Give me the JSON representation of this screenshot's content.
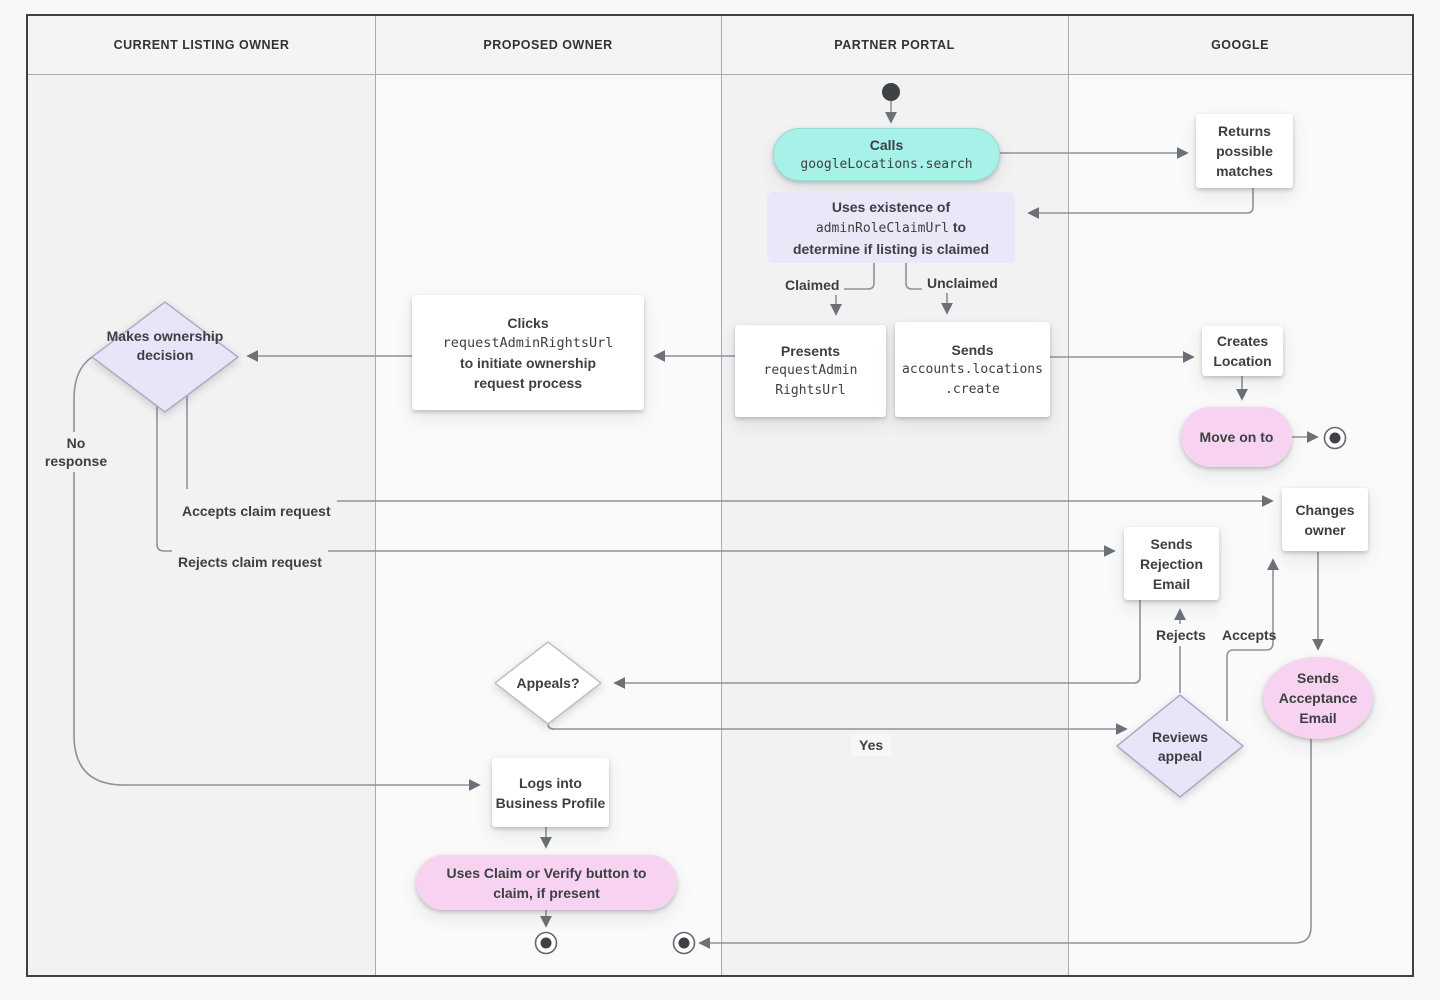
{
  "lanes": [
    {
      "label": "CURRENT LISTING OWNER"
    },
    {
      "label": "PROPOSED OWNER"
    },
    {
      "label": "PARTNER PORTAL"
    },
    {
      "label": "GOOGLE"
    }
  ],
  "nodes": {
    "calls": {
      "title": "Calls",
      "code": "googleLocations.search"
    },
    "returns_possible_matches": {
      "text": "Returns possible matches"
    },
    "uses_existence": {
      "line1": "Uses existence of",
      "code": "adminRoleClaimUrl",
      "line2_rest": "to",
      "line3": "determine if listing is claimed"
    },
    "presents": {
      "title": "Presents",
      "code_line1": "requestAdmin",
      "code_line2": "RightsUrl"
    },
    "sends_create": {
      "title": "Sends",
      "code_line1": "accounts.locations",
      "code_line2": ".create"
    },
    "clicks": {
      "title": "Clicks",
      "code": "requestAdminRightsUrl",
      "line3": "to initiate ownership",
      "line4": "request process"
    },
    "makes_decision": {
      "text": "Makes ownership decision"
    },
    "creates_location": {
      "text": "Creates Location"
    },
    "move_on_to": {
      "text": "Move on to"
    },
    "changes_owner": {
      "text": "Changes owner"
    },
    "sends_rejection": {
      "text": "Sends Rejection Email"
    },
    "sends_acceptance": {
      "text": "Sends Acceptance Email"
    },
    "appeals": {
      "text": "Appeals?"
    },
    "reviews_appeal": {
      "text": "Reviews appeal"
    },
    "logs_into": {
      "text": "Logs into Business Profile"
    },
    "uses_claim": {
      "text": "Uses Claim or Verify button to claim, if present"
    }
  },
  "edge_labels": {
    "claimed": "Claimed",
    "unclaimed": "Unclaimed",
    "no_response": "No response",
    "accepts_claim": "Accepts claim request",
    "rejects_claim": "Rejects claim request",
    "rejects": "Rejects",
    "accepts": "Accepts",
    "yes": "Yes"
  },
  "colors": {
    "teal_action": "#a8f1e8",
    "lavender_decision": "#e9e4f8",
    "purple_note": "#ebe7f9",
    "pink_terminal": "#f8d3f1",
    "connector_line": "#8d939b",
    "text": "#3c4043"
  }
}
